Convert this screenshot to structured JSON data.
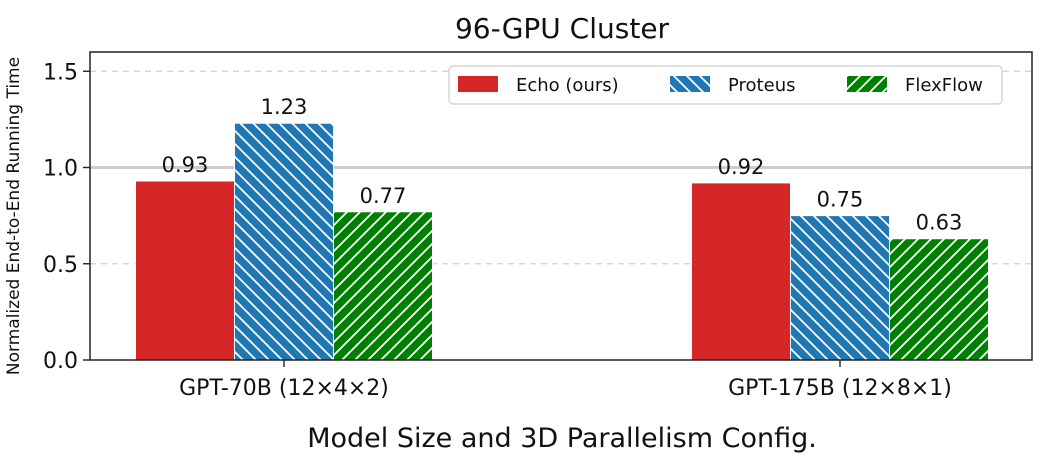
{
  "chart_data": {
    "type": "bar",
    "title": "96-GPU Cluster",
    "xlabel": "Model Size and 3D Parallelism Config.",
    "ylabel": "Normalized End-to-End Running Time",
    "categories": [
      "GPT-70B (12×4×2)",
      "GPT-175B (12×8×1)"
    ],
    "series": [
      {
        "name": "Echo (ours)",
        "values": [
          0.93,
          0.92
        ],
        "color": "#d62728",
        "pattern": "solid"
      },
      {
        "name": "Proteus",
        "values": [
          1.23,
          0.75
        ],
        "color": "#1f77b4",
        "pattern": "backslash-hatch"
      },
      {
        "name": "FlexFlow",
        "values": [
          0.77,
          0.63
        ],
        "color": "#008000",
        "pattern": "slash-hatch"
      }
    ],
    "value_labels": [
      [
        "0.93",
        "0.92"
      ],
      [
        "1.23",
        "0.75"
      ],
      [
        "0.77",
        "0.63"
      ]
    ],
    "ylim": [
      0,
      1.6
    ],
    "yticks": [
      0.0,
      0.5,
      1.0,
      1.5
    ],
    "ytick_labels": [
      "0.0",
      "0.5",
      "1.0",
      "1.5"
    ],
    "reference_line": 1.0,
    "grid": "y-dashed",
    "legend": "top-right"
  }
}
